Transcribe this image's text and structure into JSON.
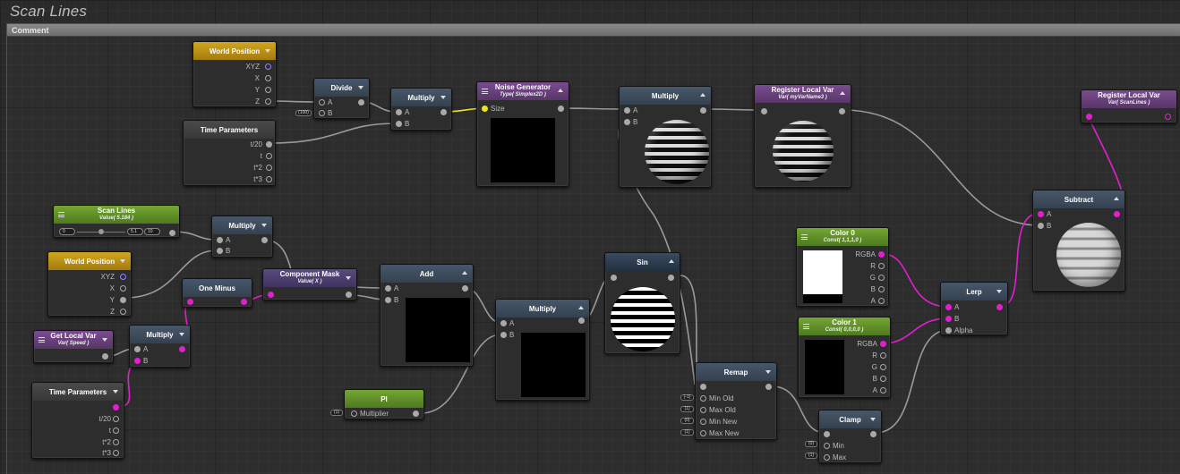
{
  "graph_title": "Scan Lines",
  "comment_label": "Comment",
  "colors": {
    "wire_default": "#9a9a9a",
    "wire_pink": "#e21fd0",
    "wire_yellow": "#f0e020",
    "header_blue": "#47576a",
    "header_yellow": "#d0a51d",
    "header_purple": "#7a4c8f",
    "header_green": "#74a632"
  },
  "nodes": {
    "world_position_1": {
      "title": "World Position",
      "ports": [
        "XYZ",
        "X",
        "Y",
        "Z"
      ]
    },
    "time_parameters_1": {
      "title": "Time Parameters",
      "ports": [
        "t/20",
        "t",
        "t*2",
        "t*3"
      ]
    },
    "divide": {
      "title": "Divide",
      "ports": [
        "A",
        "B"
      ],
      "b_value": "(100)"
    },
    "multiply_1": {
      "title": "Multiply",
      "ports": [
        "A",
        "B"
      ]
    },
    "noise_generator": {
      "title": "Noise Generator",
      "subtitle": "Type( Simplex2D )",
      "ports": [
        "Size"
      ]
    },
    "multiply_2": {
      "title": "Multiply",
      "ports": [
        "A",
        "B"
      ]
    },
    "register_local_var_1": {
      "title": "Register Local Var",
      "subtitle": "Var( myVarName3 )"
    },
    "register_local_var_2": {
      "title": "Register Local Var",
      "subtitle": "Var( ScanLines )"
    },
    "scan_lines": {
      "title": "Scan Lines",
      "subtitle": "Value( 5.184 )",
      "min": "0",
      "max": "5.1",
      "current": "10"
    },
    "multiply_3": {
      "title": "Multiply",
      "ports": [
        "A",
        "B"
      ]
    },
    "world_position_2": {
      "title": "World Position",
      "ports": [
        "XYZ",
        "X",
        "Y",
        "Z"
      ]
    },
    "one_minus": {
      "title": "One Minus"
    },
    "component_mask": {
      "title": "Component Mask",
      "subtitle": "Value( X )"
    },
    "add": {
      "title": "Add",
      "ports": [
        "A",
        "B"
      ]
    },
    "multiply_4": {
      "title": "Multiply",
      "ports": [
        "A",
        "B"
      ]
    },
    "sin": {
      "title": "Sin"
    },
    "subtract": {
      "title": "Subtract",
      "ports": [
        "A",
        "B"
      ]
    },
    "color_0": {
      "title": "Color 0",
      "subtitle": "Const( 1,1,1,0 )",
      "ports": [
        "RGBA",
        "R",
        "G",
        "B",
        "A"
      ]
    },
    "color_1": {
      "title": "Color 1",
      "subtitle": "Const( 0,0,0,0 )",
      "ports": [
        "RGBA",
        "R",
        "G",
        "B",
        "A"
      ]
    },
    "lerp": {
      "title": "Lerp",
      "ports": [
        "A",
        "B",
        "Alpha"
      ]
    },
    "get_local_var": {
      "title": "Get Local Var",
      "subtitle": "Var( Speed )"
    },
    "multiply_5": {
      "title": "Multiply",
      "ports": [
        "A",
        "B"
      ]
    },
    "time_parameters_2": {
      "title": "Time Parameters",
      "ports": [
        "t/20",
        "t",
        "t*2",
        "t*3"
      ]
    },
    "pi": {
      "title": "PI",
      "ports": [
        "Multiplier"
      ],
      "value": "(1)"
    },
    "remap": {
      "title": "Remap",
      "ports": [
        "Min Old",
        "Max Old",
        "Min New",
        "Max New"
      ],
      "values": [
        "(-1)",
        "(1)",
        "(0)",
        "(1)"
      ]
    },
    "clamp": {
      "title": "Clamp",
      "ports": [
        "Min",
        "Max"
      ],
      "values": [
        "(0)",
        "(1)"
      ]
    }
  }
}
